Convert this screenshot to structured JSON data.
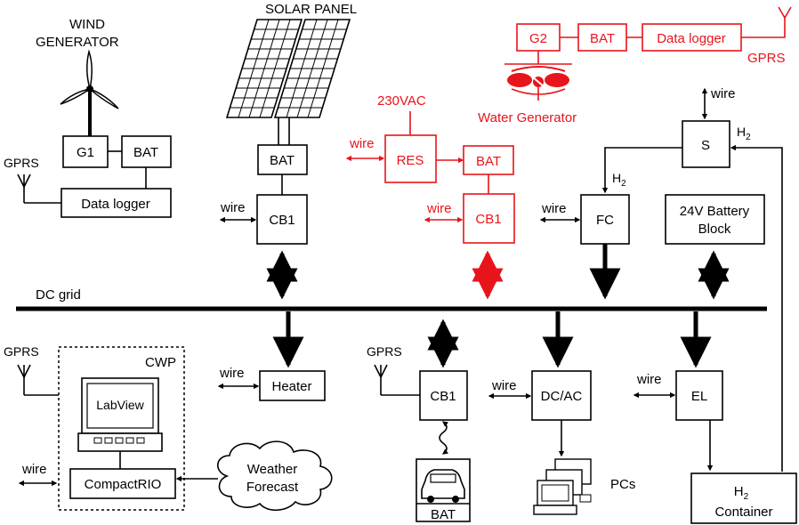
{
  "diagram": {
    "wind": {
      "title_line1": "WIND",
      "title_line2": "GENERATOR",
      "generator": "G1",
      "battery": "BAT",
      "logger": "Data logger",
      "gprs": "GPRS"
    },
    "solar": {
      "title": "SOLAR PANEL",
      "battery": "BAT",
      "controller": "CB1",
      "wire": "wire"
    },
    "res": {
      "voltage": "230VAC",
      "unit": "RES",
      "battery": "BAT",
      "controller": "CB1",
      "wire1": "wire",
      "wire2": "wire"
    },
    "water": {
      "generator": "G2",
      "battery": "BAT",
      "logger": "Data logger",
      "gprs": "GPRS",
      "title": "Water Generator"
    },
    "fuelcell": {
      "unit": "FC",
      "wire": "wire",
      "h2": "H",
      "h2_sub": "2"
    },
    "storage": {
      "unit": "S",
      "wire": "wire",
      "h2": "H",
      "h2_sub": "2"
    },
    "battery_block": {
      "line1": "24V Battery",
      "line2": "Block"
    },
    "bus": {
      "label": "DC grid"
    },
    "cwp": {
      "label": "CWP",
      "gprs": "GPRS",
      "software": "LabView",
      "controller": "CompactRIO",
      "wire": "wire",
      "weather_line1": "Weather",
      "weather_line2": "Forecast"
    },
    "heater": {
      "unit": "Heater",
      "wire": "wire"
    },
    "cb_bottom": {
      "unit": "CB1",
      "gprs": "GPRS",
      "battery": "BAT"
    },
    "inverter": {
      "unit": "DC/AC",
      "wire": "wire",
      "pcs": "PCs"
    },
    "electrolyzer": {
      "unit": "EL",
      "wire": "wire"
    },
    "container": {
      "h2": "H",
      "h2_sub": "2",
      "label": "Container"
    },
    "colors": {
      "black": "#000000",
      "red": "#e8141b"
    }
  }
}
